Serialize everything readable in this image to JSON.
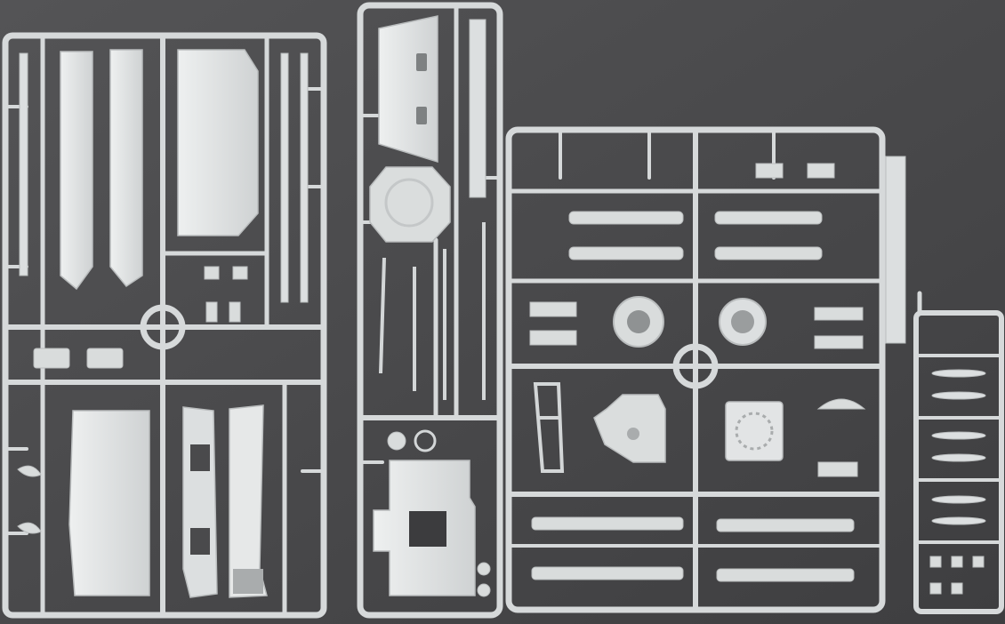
{
  "scene": {
    "description_tags": [
      "model-kit-sprues",
      "grey-plastic",
      "dark-background"
    ],
    "colors": {
      "background": "#4a4a4c",
      "background_dark": "#3c3c3e",
      "plastic": "#d9dcdc",
      "plastic_shadow": "#b9bcbd",
      "plastic_highlight": "#eceeee"
    },
    "sprues": [
      {
        "id": "sprue-1",
        "part_kinds": [
          "side-plates",
          "hull-panel",
          "fenders",
          "track-guards",
          "hinges"
        ]
      },
      {
        "id": "sprue-2",
        "part_kinds": [
          "hatch",
          "turret-plate",
          "tools",
          "rods",
          "hull-top"
        ]
      },
      {
        "id": "sprue-3",
        "part_kinds": [
          "suspension-arms",
          "wheels",
          "hubs",
          "brackets",
          "frames"
        ]
      },
      {
        "id": "sprue-4",
        "part_kinds": [
          "shells",
          "small-fittings"
        ]
      }
    ]
  }
}
